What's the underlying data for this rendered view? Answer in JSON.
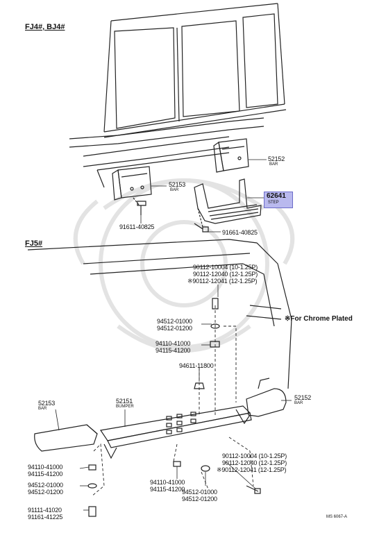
{
  "sections": {
    "fj4": "FJ4#, BJ4#",
    "fj5": "FJ5#"
  },
  "upper": {
    "bar_right_pn": "52152",
    "bar_right_name": "BAR",
    "bar_left_pn": "52153",
    "bar_left_name": "BAR",
    "step_pn": "62641",
    "step_name": "STEP",
    "bolt_left": "91611-40825",
    "bolt_right": "91661-40825"
  },
  "lower": {
    "bolts_group": [
      "90112-10004 (10-1.25P)",
      "90112-12040 (12-1.25P)",
      "※90112-12041 (12-1.25P)"
    ],
    "washer_group": [
      "94512-01000",
      "94512-01200"
    ],
    "nut_group": [
      "94110-41000",
      "94115-41200"
    ],
    "nut_single": "94611-11800",
    "chrome_note": "※For Chrome Plated",
    "bumper_pn": "52151",
    "bumper_name": "BUMPER",
    "bar_left_pn": "52153",
    "bar_left_name": "BAR",
    "bar_right_pn": "52152",
    "bar_right_name": "BAR",
    "left_nut_group": [
      "94110-41000",
      "94115-41200"
    ],
    "left_washer_group": [
      "94512-01000",
      "94512-01200"
    ],
    "left_bolt_group": [
      "91111-41020",
      "91161-41225"
    ],
    "center_nut_group": [
      "94110-41000",
      "94115-41200"
    ],
    "center_washer_group": [
      "94512-01000",
      "94512-01200"
    ],
    "right_bolts_group": [
      "90112-10004 (10-1.25P)",
      "90112-12040 (12-1.25P)",
      "※90112-12041 (12-1.25P)"
    ]
  },
  "footer": {
    "code": "MS 6067-A"
  },
  "colors": {
    "highlight": "#b9b9ee",
    "ink": "#1a1a1a",
    "watermark": "#e6e6e6"
  }
}
